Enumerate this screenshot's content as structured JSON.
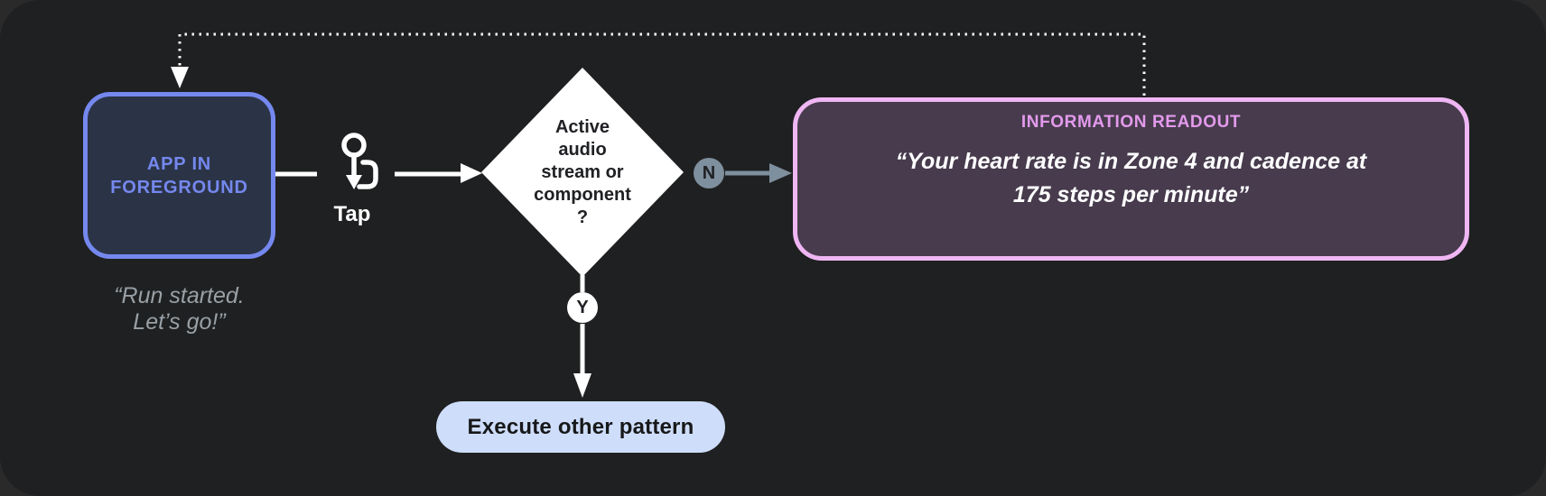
{
  "app": {
    "label_lines": [
      "APP IN",
      "FOREGROUND"
    ],
    "quote_lines": [
      "“Run started.",
      "Let’s go!”"
    ]
  },
  "tap": {
    "label": "Tap",
    "icon": "tap-gesture-icon"
  },
  "decision": {
    "lines": [
      "Active",
      "audio",
      "stream or",
      "component",
      "?"
    ]
  },
  "branches": {
    "no_label": "N",
    "yes_label": "Y"
  },
  "readout": {
    "title": "INFORMATION READOUT",
    "body_lines": [
      "“Your heart rate is in Zone 4 and cadence at",
      "175 steps per minute”"
    ]
  },
  "action": {
    "label": "Execute other pattern"
  },
  "colors": {
    "background": "#1f2021",
    "connector_white": "#ffffff",
    "app_box_fill": "#2b3447",
    "app_box_accent": "#7588ee",
    "quote_gray": "#98a0a6",
    "text_dark": "#202124",
    "branch_no": "#7e8f9e",
    "readout_fill": "#473b4d",
    "readout_border": "#efb6f3",
    "readout_title": "#e39aec",
    "action_pill_fill": "#ceddfa",
    "pill_text": "#17181a"
  }
}
